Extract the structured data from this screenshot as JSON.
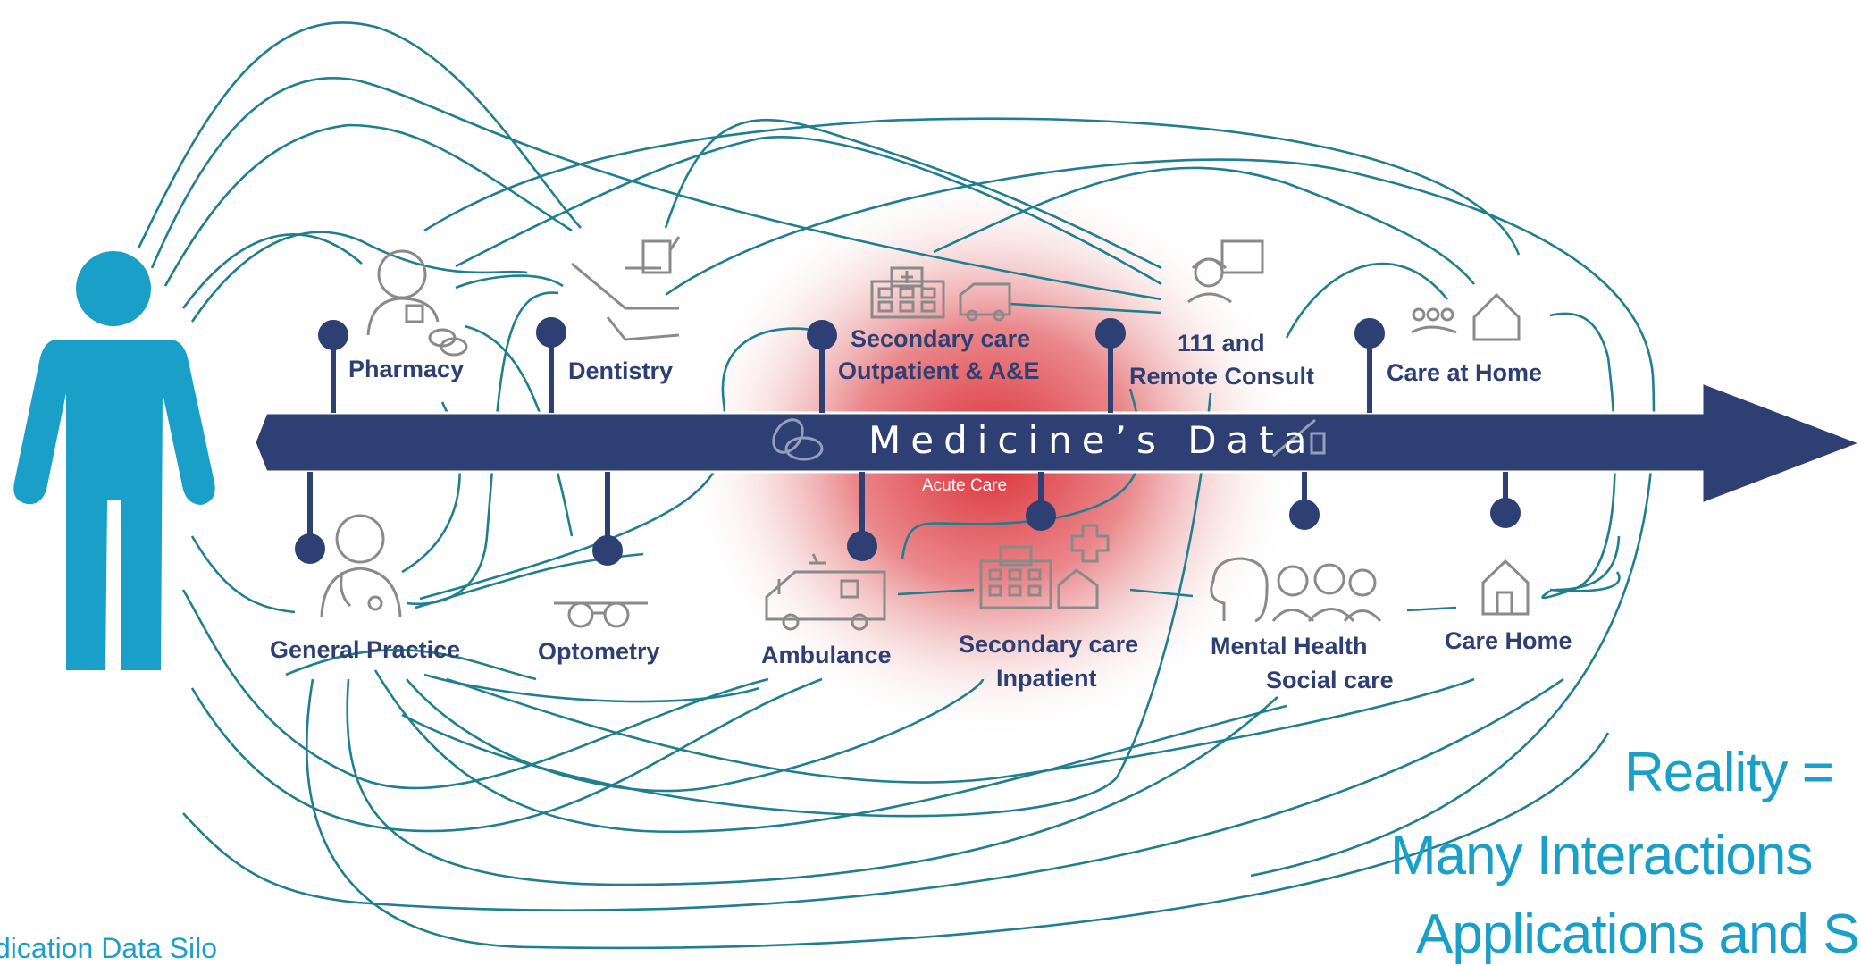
{
  "timeline": {
    "title": "Medicine’s Data",
    "sublabel": "Acute Care"
  },
  "services": {
    "pharmacy": "Pharmacy",
    "dentistry": "Dentistry",
    "secondary_outpatient_line1": "Secondary care",
    "secondary_outpatient_line2": "Outpatient & A&E",
    "remote_line1": "111 and",
    "remote_line2": "Remote Consult",
    "care_at_home": "Care at Home",
    "general_practice": "General Practice",
    "optometry": "Optometry",
    "ambulance": "Ambulance",
    "secondary_inpatient_line1": "Secondary care",
    "secondary_inpatient_line2": "Inpatient",
    "mental_health_line1": "Mental Health",
    "social_care_line2": "Social care",
    "care_home": "Care Home"
  },
  "caption": {
    "line1": "Reality =",
    "line2": "Many Interactions",
    "line3": "Applications and S"
  },
  "footer": {
    "text": "dication Data Silo"
  },
  "colors": {
    "navy": "#2d3f73",
    "teal_line": "#1f7f8f",
    "person": "#1aa0c8",
    "icon_gray": "#8a8a8a",
    "acute_red": "#d9262d"
  },
  "icons": {
    "person": "person-icon",
    "pills": "pills-icon",
    "syringe": "syringe-icon"
  }
}
